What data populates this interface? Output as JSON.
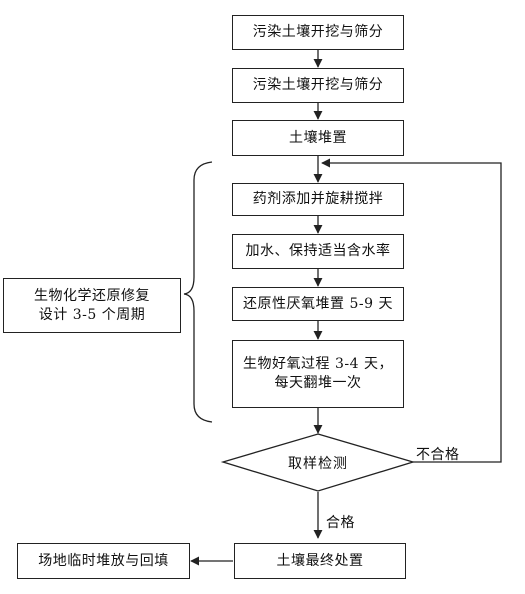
{
  "diagram": {
    "steps": [
      "污染土壤开挖与筛分",
      "污染土壤开挖与筛分",
      "土壤堆置",
      "药剂添加并旋耕搅拌",
      "加水、保持适当含水率",
      "还原性厌氧堆置 5-9 天"
    ],
    "step_aerobic": {
      "line1": "生物好氧过程 3-4 天，",
      "line2": "每天翻堆一次"
    },
    "decision": "取样检测",
    "fail_label": "不合格",
    "pass_label": "合格",
    "final_step": "土壤最终处置",
    "output": "场地临时堆放与回填",
    "cycle_note": {
      "line1": "生物化学还原修复",
      "line2": "设计 3-5 个周期"
    }
  }
}
